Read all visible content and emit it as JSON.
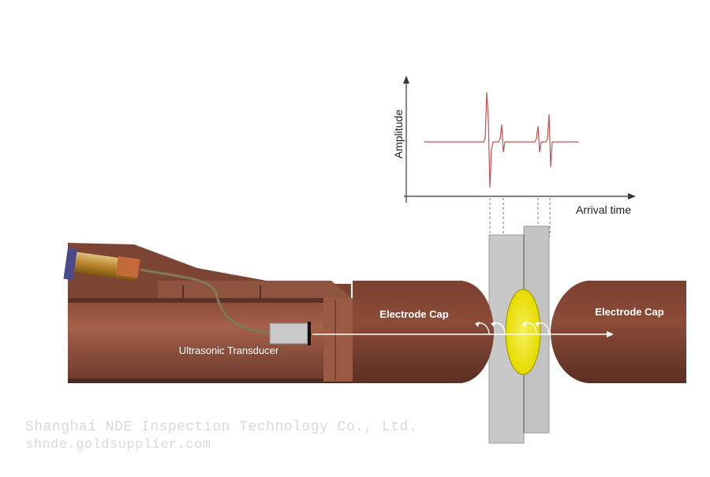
{
  "diagram": {
    "waveform": {
      "y_axis_label": "Amplitude",
      "x_axis_label": "Arrival time",
      "colors": {
        "axis": "#333333",
        "signal": "#c0504d",
        "guide": "#4f81bd"
      }
    },
    "parts": {
      "transducer_label": "Ultrasonic Transducer",
      "left_cap_label": "Electrode Cap",
      "right_cap_label": "Electrode Cap"
    },
    "colors": {
      "copper_dark": "#6e3b2e",
      "copper": "#8a4a35",
      "shank": "#9b5a40",
      "sheet": "#c8c8c8",
      "nugget": "#f2e600",
      "brass": "#b8862b"
    }
  },
  "watermark": {
    "line1": "Shanghai NDE Inspection Technology Co., Ltd.",
    "line2": "shnde.goldsupplier.com"
  }
}
